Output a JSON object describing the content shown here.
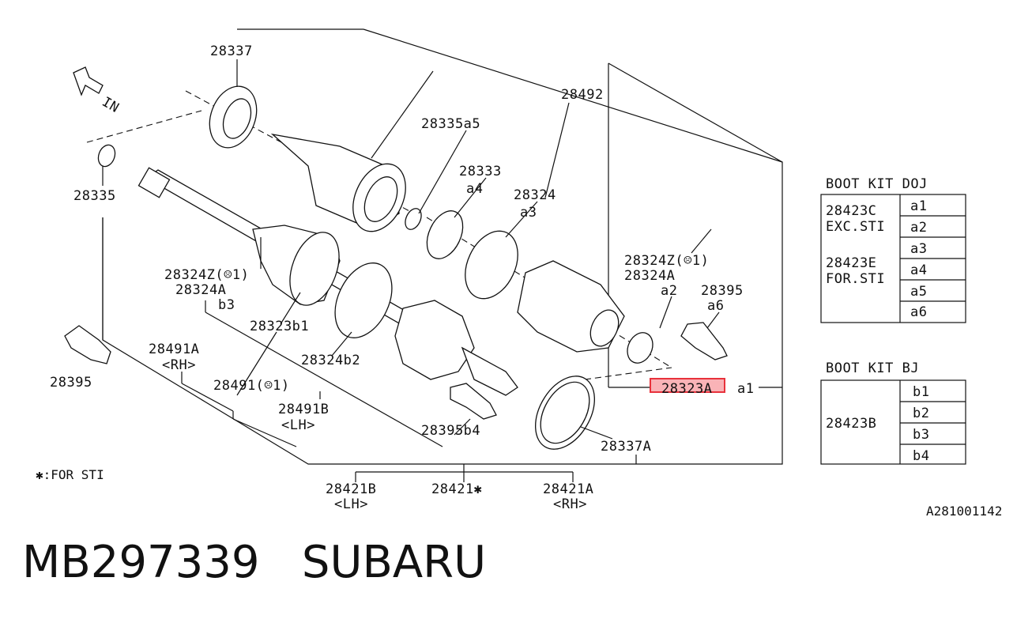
{
  "diagram": {
    "part_labels": {
      "p28337": "28337",
      "p28335_left": "28335",
      "p28335a5": "28335a5",
      "p28333": "28333",
      "p28333_a4": "a4",
      "p28324": "28324",
      "p28324_a3": "a3",
      "p28492": "28492",
      "p28324z_right": "28324Z(☹1)",
      "p28324a_right": "28324A",
      "p28324_a2": "a2",
      "p28395_right": "28395",
      "p28395_a6": "a6",
      "p28324z_left": "28324Z(☹1)",
      "p28324a_left": "28324A",
      "p28324a_b3": "b3",
      "p28323b1": "28323b1",
      "p28324b2": "28324b2",
      "p28491a": "28491A",
      "p28491a_rh": "<RH>",
      "p28491": "28491(☹1)",
      "p28491b": "28491B",
      "p28491b_lh": "<LH>",
      "p28395_left": "28395",
      "p28395b4": "28395b4",
      "p28337a": "28337A",
      "p28323a": "28323A",
      "p28323a_a1": "a1",
      "p28421b": "28421B",
      "p28421b_lh": "<LH>",
      "p28421": "28421✱",
      "p28421a": "28421A",
      "p28421a_rh": "<RH>",
      "in_arrow": "IN",
      "sti_note": "✱:FOR STI",
      "drawing_code": "A281001142"
    },
    "highlighted_part": "28323A"
  },
  "boot_kit_doj": {
    "title": "BOOT KIT DOJ",
    "left_lines": [
      "28423C",
      "EXC.STI",
      "28423E",
      "FOR.STI"
    ],
    "items": [
      "a1",
      "a2",
      "a3",
      "a4",
      "a5",
      "a6"
    ]
  },
  "boot_kit_bj": {
    "title": "BOOT KIT BJ",
    "left_label": "28423B",
    "items": [
      "b1",
      "b2",
      "b3",
      "b4"
    ]
  },
  "footer": {
    "part_number": "MB297339",
    "brand": "SUBARU"
  },
  "colors": {
    "highlight": "#e8323c",
    "highlight_fill": "#f9b3b7",
    "line": "#111111"
  }
}
